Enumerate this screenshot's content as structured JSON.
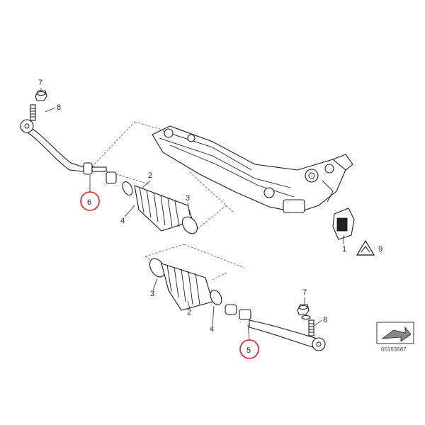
{
  "callouts": {
    "c1": "1",
    "c2a": "2",
    "c2b": "2",
    "c3a": "3",
    "c3b": "3",
    "c4a": "4",
    "c4b": "4",
    "c5": "5",
    "c6": "6",
    "c7a": "7",
    "c7b": "7",
    "c8a": "8",
    "c8b": "8",
    "c9": "9"
  },
  "reference_number": "00153567",
  "highlight_color": "#d62020"
}
